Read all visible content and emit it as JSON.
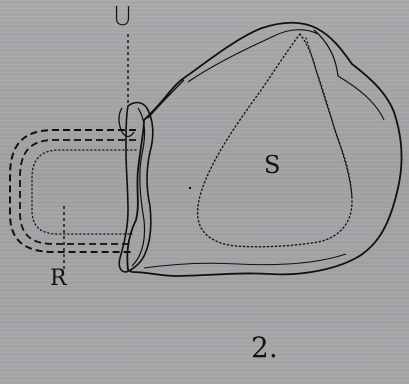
{
  "labels": {
    "u": "U",
    "s": "S",
    "r": "R"
  },
  "caption": "2.",
  "colors": {
    "background": "#a4a4a7",
    "ink": "#111111"
  }
}
